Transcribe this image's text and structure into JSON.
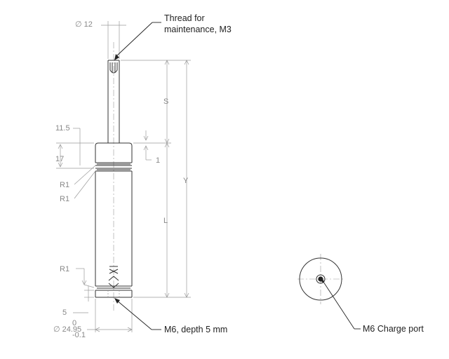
{
  "side_view": {
    "dim_shaft_diameter": "∅ 12",
    "dim_stroke": "S",
    "dim_overall": "Y",
    "dim_body": "L",
    "dim_shoulder_height": "11.5",
    "dim_groove_offset": "17",
    "dim_step": "1",
    "dim_radius_1": "R1",
    "dim_radius_2": "R1",
    "dim_radius_3": "R1",
    "dim_base_height": "5",
    "dim_body_diameter": "∅ 24.95",
    "dim_tol_upper": "0",
    "dim_tol_lower": "-0.1"
  },
  "notes": {
    "thread_line1": "Thread for",
    "thread_line2": "maintenance, M3",
    "mount": "M6, depth 5 mm",
    "charge_port": "M6 Charge port"
  },
  "end_view": {}
}
